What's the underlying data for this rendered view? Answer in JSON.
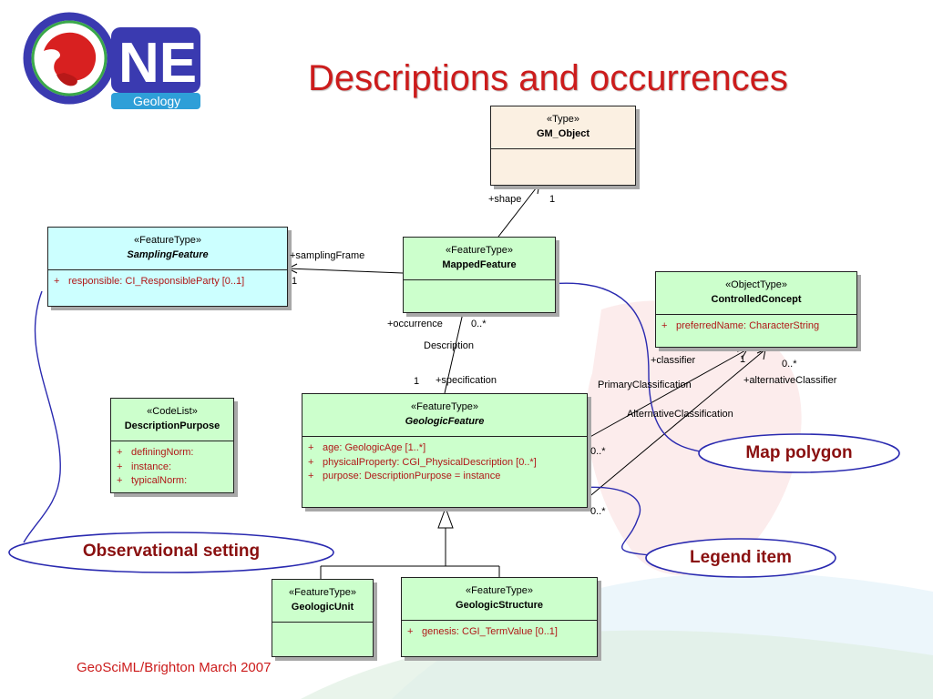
{
  "slide": {
    "title": "Descriptions and occurrences",
    "footer": "GeoSciML/Brighton March 2007"
  },
  "logo": {
    "word": "NE",
    "sub": "Geology"
  },
  "classes": {
    "gm_object": {
      "stereotype": "«Type»",
      "name": "GM_Object",
      "attrs": []
    },
    "sampling_feature": {
      "stereotype": "«FeatureType»",
      "name": "SamplingFeature",
      "attrs": [
        "responsible:  CI_ResponsibleParty [0..1]"
      ]
    },
    "mapped_feature": {
      "stereotype": "«FeatureType»",
      "name": "MappedFeature",
      "attrs": []
    },
    "controlled_concept": {
      "stereotype": "«ObjectType»",
      "name": "ControlledConcept",
      "attrs": [
        "preferredName:  CharacterString"
      ]
    },
    "description_purpose": {
      "stereotype": "«CodeList»",
      "name": "DescriptionPurpose",
      "attrs": [
        "definingNorm:",
        "instance:",
        "typicalNorm:"
      ]
    },
    "geologic_feature": {
      "stereotype": "«FeatureType»",
      "name": "GeologicFeature",
      "attrs": [
        "age:  GeologicAge [1..*]",
        "physicalProperty:  CGI_PhysicalDescription [0..*]",
        "purpose:  DescriptionPurpose = instance"
      ]
    },
    "geologic_unit": {
      "stereotype": "«FeatureType»",
      "name": "GeologicUnit",
      "attrs": []
    },
    "geologic_structure": {
      "stereotype": "«FeatureType»",
      "name": "GeologicStructure",
      "attrs": [
        "genesis:  CGI_TermValue [0..1]"
      ]
    }
  },
  "plus_sign": "+",
  "labels": {
    "shape_role": "+shape",
    "shape_mult": "1",
    "sampling_frame_role": "+samplingFrame",
    "sampling_frame_mult": "1",
    "occurrence_role": "+occurrence",
    "occurrence_mult": "0..*",
    "description_assoc": "Description",
    "specification_mult": "1",
    "specification_role": "+specification",
    "classifier_role": "+classifier",
    "classifier_mult": "1",
    "primary_classification": "PrimaryClassification",
    "alt_classifier_mult": "0..*",
    "alt_classifier_role": "+alternativeClassifier",
    "alternative_classification": "AlternativeClassification",
    "gf_primary_mult": "0..*",
    "gf_alt_mult": "0..*"
  },
  "callouts": {
    "map_polygon": "Map polygon",
    "legend_item": "Legend item",
    "observational_setting": "Observational setting"
  },
  "colors": {
    "title": "#cc1c1c",
    "feature_box": "#ccffcc",
    "sampling_box": "#ccffff",
    "type_box": "#fbf0e2",
    "attribute_text": "#b01818",
    "callout_stroke": "#2a2ab0",
    "callout_text": "#8a1010"
  }
}
